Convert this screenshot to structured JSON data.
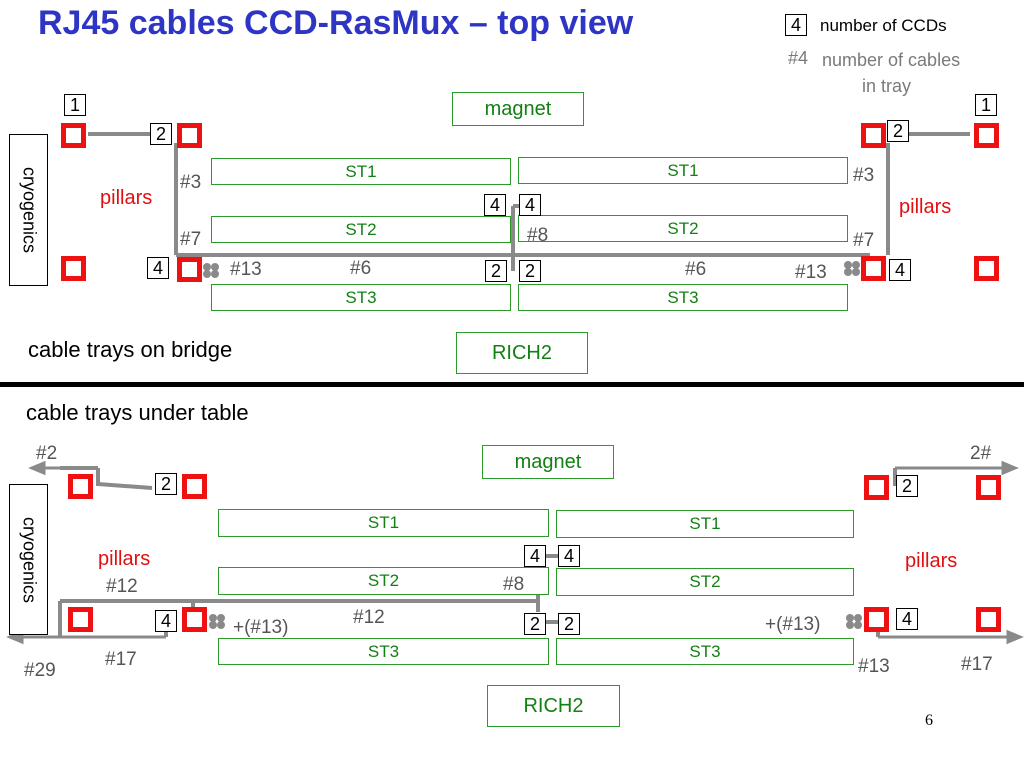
{
  "title": "RJ45 cables CCD-RasMux – top view",
  "legend": {
    "box_value": "4",
    "box_text": "number of CCDs",
    "hash_value": "#4",
    "hash_text_1": "number of cables",
    "hash_text_2": "in tray"
  },
  "top": {
    "magnet": "magnet",
    "rich": "RICH2",
    "cryogenics": "cryogenics",
    "section_caption": "cable trays on bridge",
    "pillars_left": "pillars",
    "pillars_right": "pillars",
    "stations": {
      "st1": "ST1",
      "st2": "ST2",
      "st3": "ST3"
    },
    "ccd_counts": {
      "left_outer": "1",
      "left_top_pillar": "2",
      "left_bottom_pillar": "4",
      "right_outer": "1",
      "right_top_pillar": "2",
      "right_bottom_pillar": "4",
      "center_mid_left": "4",
      "center_mid_right": "4",
      "center_low_left": "2",
      "center_low_right": "2"
    },
    "cable_labels": {
      "left_3": "#3",
      "left_7": "#7",
      "left_13": "#13",
      "left_6": "#6",
      "center_8": "#8",
      "right_3": "#3",
      "right_7": "#7",
      "right_13": "#13",
      "right_6": "#6"
    }
  },
  "bottom": {
    "section_caption": "cable trays under table",
    "magnet": "magnet",
    "rich": "RICH2",
    "cryogenics": "cryogenics",
    "pillars_left": "pillars",
    "pillars_right": "pillars",
    "stations": {
      "st1": "ST1",
      "st2": "ST2",
      "st3": "ST3"
    },
    "ccd_counts": {
      "left_top_pillar": "2",
      "left_bottom_pillar": "4",
      "right_top_pillar": "2",
      "right_bottom_pillar": "4",
      "center_mid_left": "4",
      "center_mid_right": "4",
      "center_low_left": "2",
      "center_low_right": "2"
    },
    "cable_labels": {
      "left_2": "#2",
      "left_12_upper": "#12",
      "left_13": "+(#13)",
      "left_17": "#17",
      "left_29": "#29",
      "center_12": "#12",
      "center_8": "#8",
      "right_2": "2#",
      "right_13_plus": "+(#13)",
      "right_13": "#13",
      "right_17": "#17"
    }
  },
  "page_number": "6",
  "colors": {
    "title": "#2e35c4",
    "pillar": "#ee1111",
    "station": "#2a9a2a",
    "cable": "#8a8a8a"
  }
}
